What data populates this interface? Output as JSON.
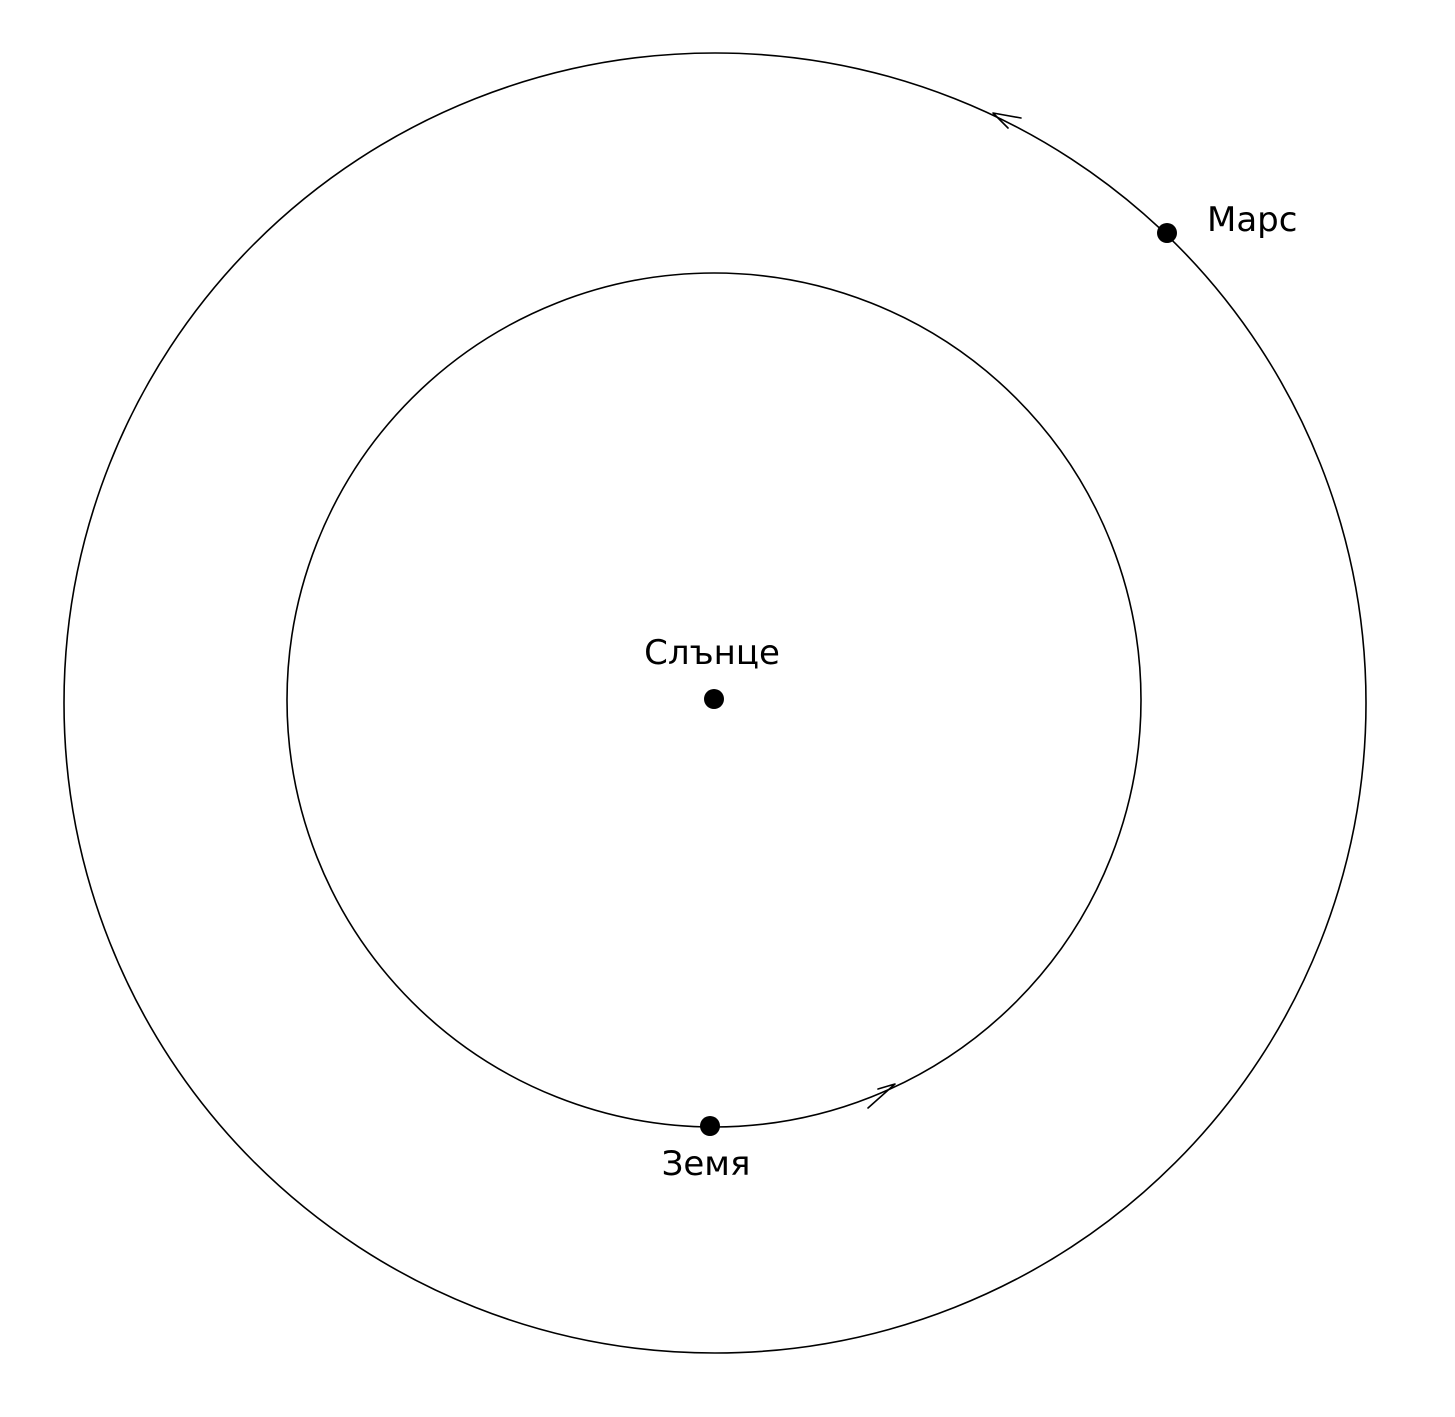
{
  "diagram": {
    "labels": {
      "sun": "Слънце",
      "earth": "Земя",
      "mars": "Марс"
    },
    "colors": {
      "background": "#ffffff",
      "ink": "#000000"
    }
  }
}
